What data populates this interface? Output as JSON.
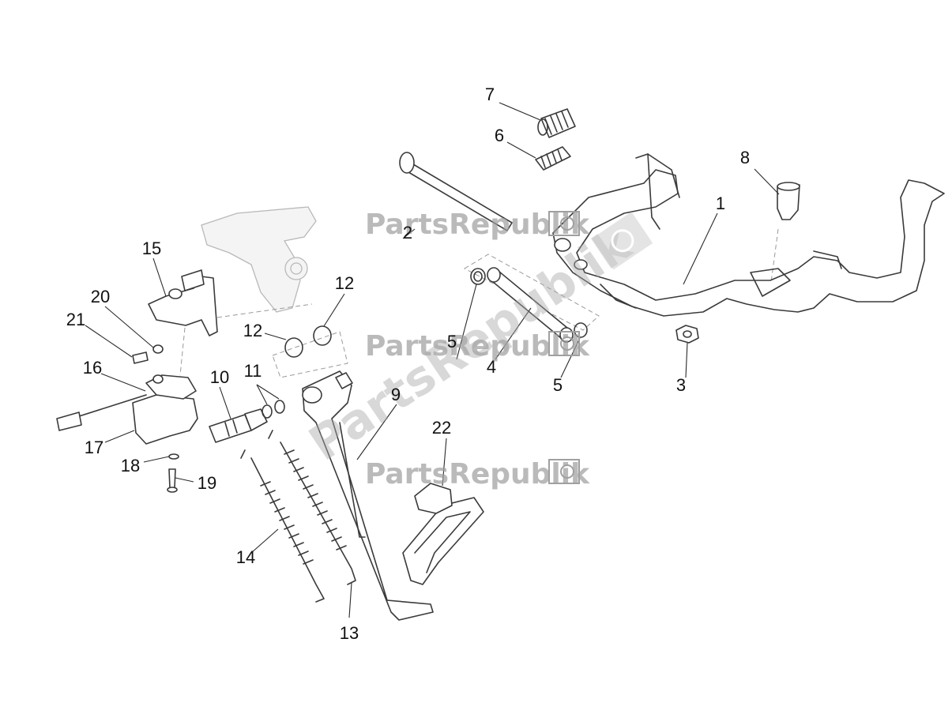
{
  "watermark": {
    "text": "PartsRepublik",
    "color": "#9c9c9c"
  },
  "callouts": [
    {
      "id": "1",
      "label": "1"
    },
    {
      "id": "2",
      "label": "2"
    },
    {
      "id": "3",
      "label": "3"
    },
    {
      "id": "4",
      "label": "4"
    },
    {
      "id": "5a",
      "label": "5"
    },
    {
      "id": "5b",
      "label": "5"
    },
    {
      "id": "6",
      "label": "6"
    },
    {
      "id": "7",
      "label": "7"
    },
    {
      "id": "8",
      "label": "8"
    },
    {
      "id": "9",
      "label": "9"
    },
    {
      "id": "10",
      "label": "10"
    },
    {
      "id": "11",
      "label": "11"
    },
    {
      "id": "12a",
      "label": "12"
    },
    {
      "id": "12b",
      "label": "12"
    },
    {
      "id": "13",
      "label": "13"
    },
    {
      "id": "14",
      "label": "14"
    },
    {
      "id": "15",
      "label": "15"
    },
    {
      "id": "16",
      "label": "16"
    },
    {
      "id": "17",
      "label": "17"
    },
    {
      "id": "18",
      "label": "18"
    },
    {
      "id": "19",
      "label": "19"
    },
    {
      "id": "20",
      "label": "20"
    },
    {
      "id": "21",
      "label": "21"
    },
    {
      "id": "22",
      "label": "22"
    }
  ]
}
